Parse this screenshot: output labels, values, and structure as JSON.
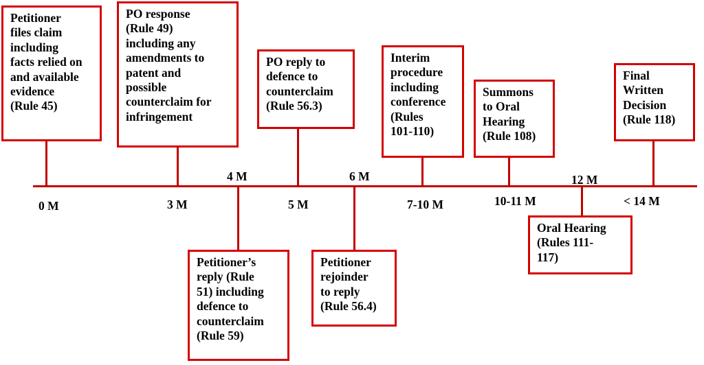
{
  "timeline": {
    "line_color": "#c00000",
    "box_border_color": "#d40000",
    "axis_labels": {
      "m0": "0 M",
      "m3": "3 M",
      "m4": "4 M",
      "m5": "5 M",
      "m6": "6 M",
      "m7_10": "7-10 M",
      "m10_11": "10-11 M",
      "m12": "12 M",
      "m14": "< 14 M"
    },
    "events": {
      "petitioner_claim": "Petitioner\nfiles claim\nincluding\nfacts relied on\nand available\nevidence\n(Rule 45)",
      "po_response": "PO response\n(Rule 49)\nincluding any\namendments to\npatent and\npossible\ncounterclaim for\ninfringement",
      "po_reply": "PO reply to\ndefence to\ncounterclaim\n(Rule 56.3)",
      "interim_procedure": "Interim\nprocedure\nincluding\nconference\n(Rules\n101-110)",
      "summons": "Summons\nto Oral\nHearing\n(Rule 108)",
      "final_decision": "Final\nWritten\nDecision\n(Rule 118)",
      "petitioner_reply": "Petitioner’s\nreply (Rule\n51) including\ndefence to\ncounterclaim\n(Rule 59)",
      "petitioner_rejoinder": "Petitioner\nrejoinder\nto reply\n(Rule 56.4)",
      "oral_hearing": "Oral Hearing\n(Rules 111-\n117)"
    }
  }
}
